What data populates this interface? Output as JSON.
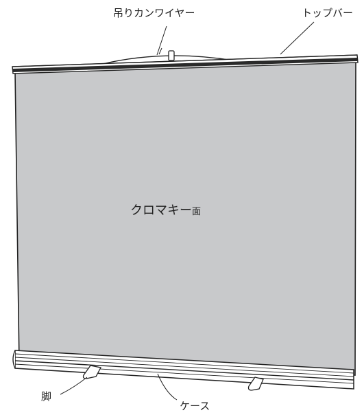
{
  "labels": {
    "hanger_wire": "吊りカンワイヤー",
    "top_bar": "トップバー",
    "surface_main": "クロマキー",
    "surface_suffix": "面",
    "leg": "脚",
    "case": "ケース"
  },
  "colors": {
    "screen_fill": "#c8c9cb",
    "line": "#222222",
    "top_bar_band": "#2a2a2a",
    "background": "#ffffff"
  }
}
